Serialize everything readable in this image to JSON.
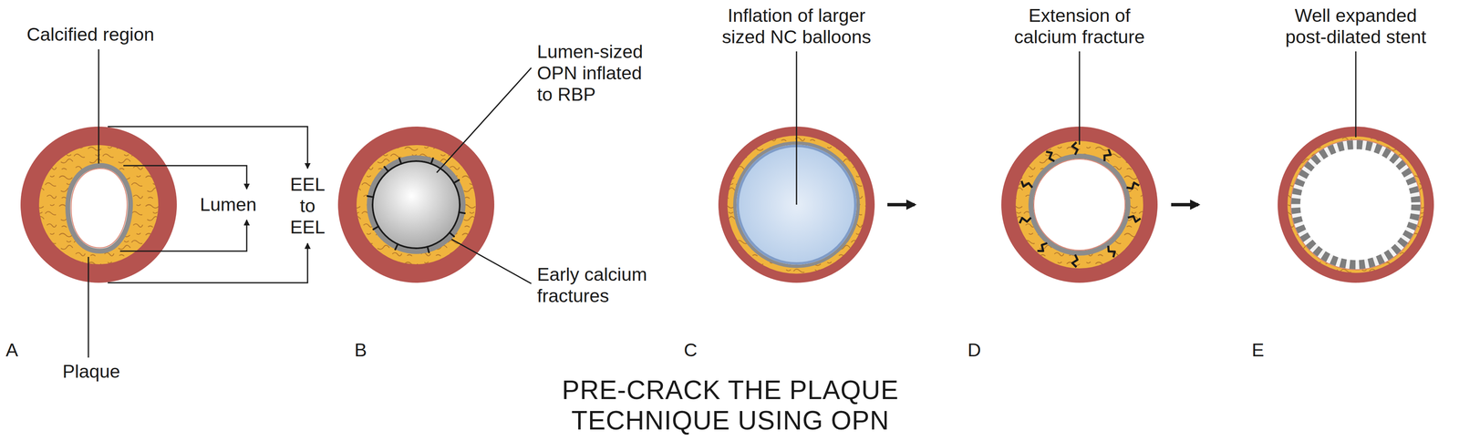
{
  "diagram": {
    "caption": "PRE-CRACK THE PLAQUE TECHNIQUE USING OPN",
    "labels": [
      "Calcified region",
      "Lumen",
      "EEL to EEL",
      "Plaque",
      "A",
      "Lumen-sized OPN inflated to RBP",
      "Early calcium fractures",
      "B",
      "Inflation of larger sized NC balloons",
      "C",
      "Extension of calcium fracture",
      "D",
      "Well expanded post-dilated stent",
      "E"
    ]
  }
}
